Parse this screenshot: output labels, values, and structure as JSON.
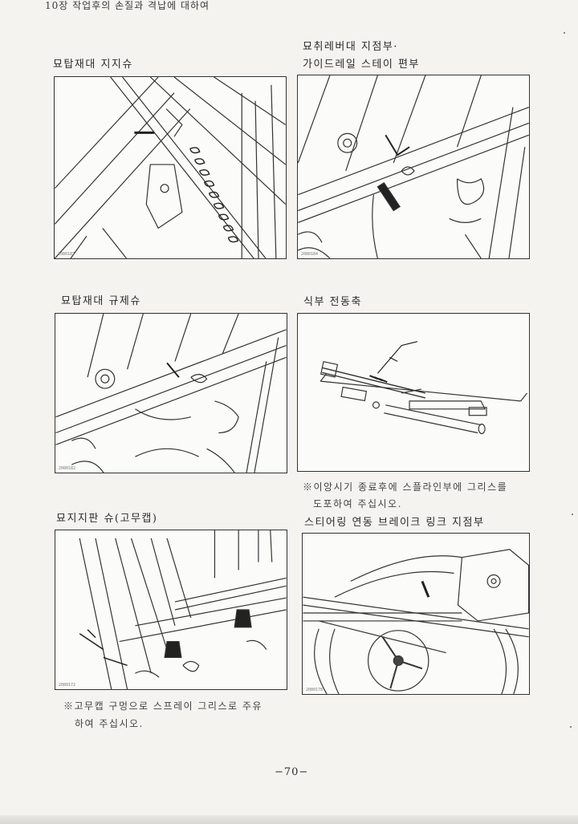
{
  "header": {
    "chapter": "10장 작업후의 손질과 격납에 대하여"
  },
  "sections": [
    {
      "title": "묘탑재대 지지슈",
      "code": "2080187"
    },
    {
      "title_line1": "묘취레버대 지점부·",
      "title_line2": "가이드레일 스테이 편부",
      "code": "2080184"
    },
    {
      "title": "묘탑재대 규제슈",
      "code": "2080182"
    },
    {
      "title": "식부 전동축",
      "note_line1": "※이앙시기 종료후에 스플라인부에 그리스를",
      "note_line2": "도포하여 주십시오."
    },
    {
      "title": "묘지지판 슈(고무캡)",
      "code": "2080172",
      "note_line1": "※고무캡 구멍으로 스프레이 그리스로 주유",
      "note_line2": "하여 주십시오."
    },
    {
      "title": "스티어링 연동 브레이크 링크 지점부",
      "code": "2080178"
    }
  ],
  "footer": {
    "page_number": "−70−"
  }
}
